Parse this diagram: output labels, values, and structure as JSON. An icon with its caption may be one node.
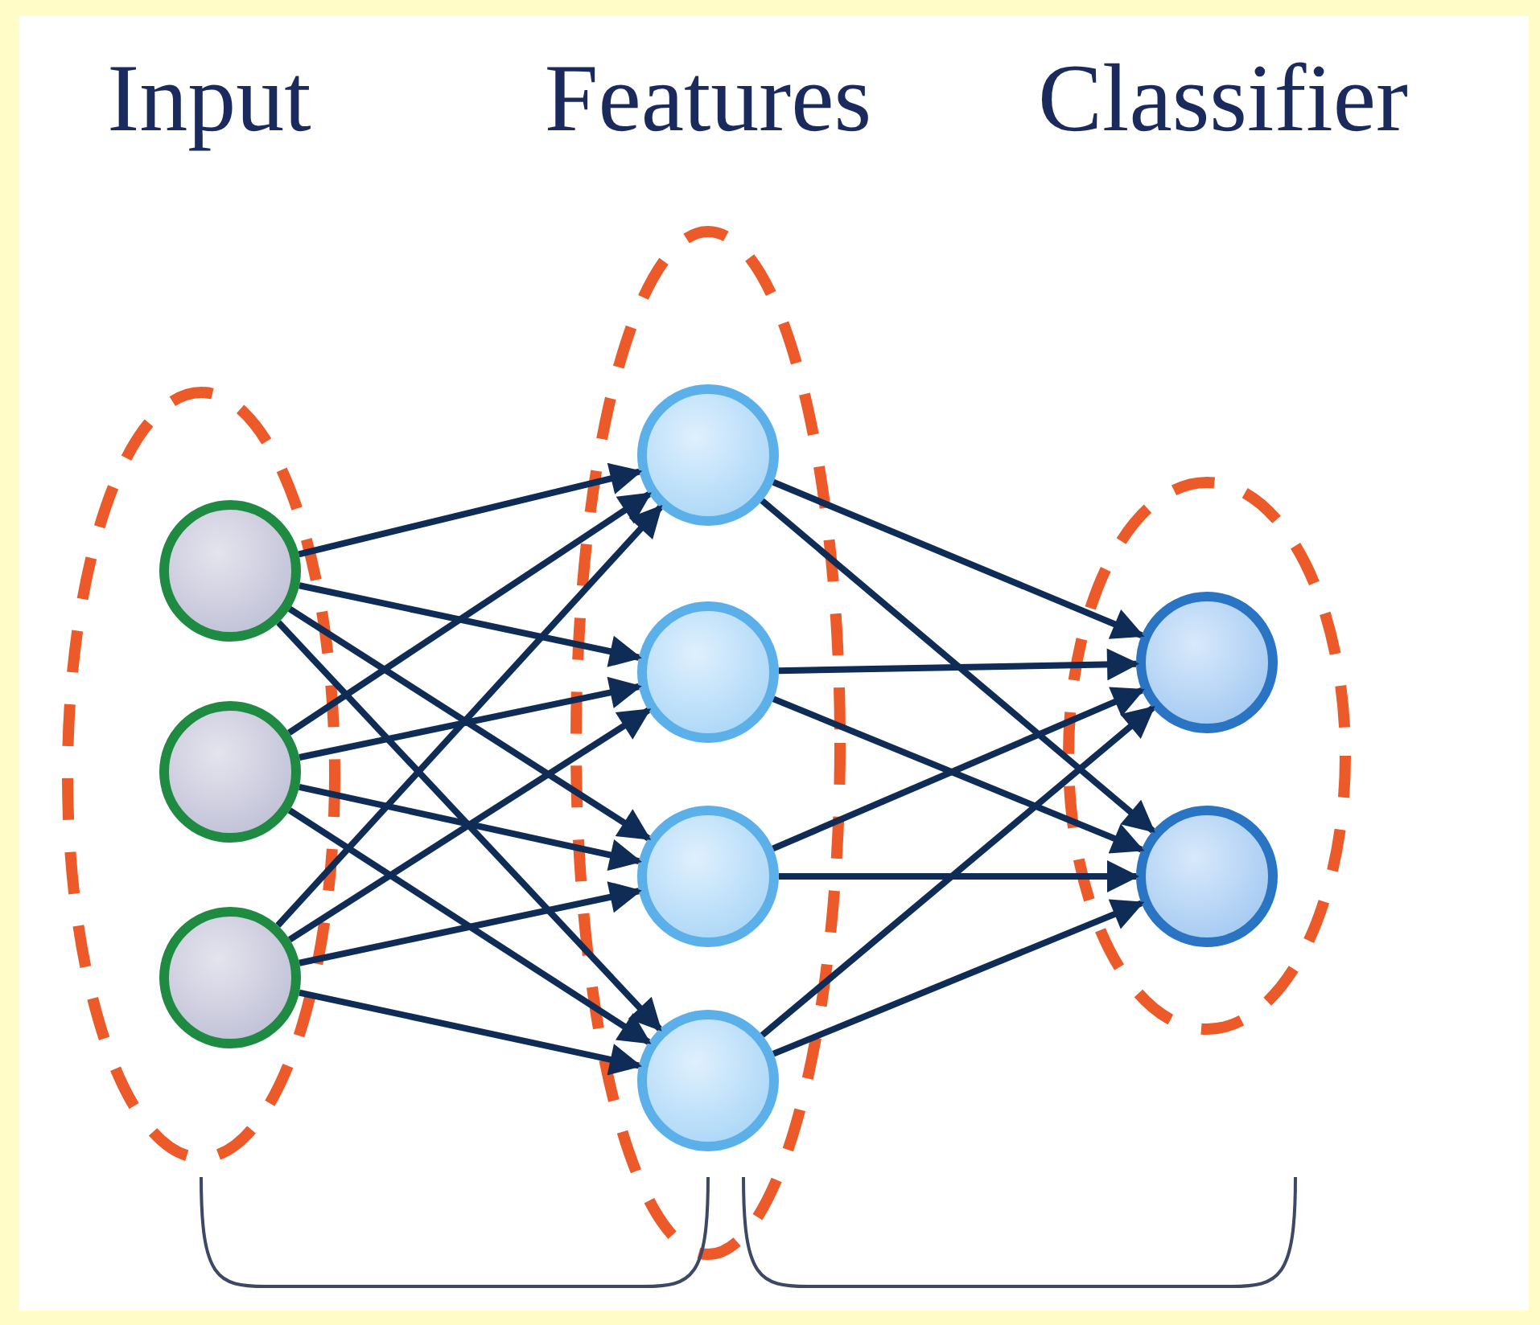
{
  "diagram": {
    "nodes": [
      {
        "text": [
          "Input"
        ]
      },
      {
        "text": [],
        "shape": "circle",
        "in": 0
      },
      {
        "text": [],
        "shape": "circle",
        "in": 0
      },
      {
        "text": [],
        "shape": "circle",
        "in": 0
      },
      {
        "text": [
          "Features"
        ]
      },
      {
        "text": [],
        "shape": "circle",
        "in": 4
      },
      {
        "text": [],
        "shape": "circle",
        "in": 4
      },
      {
        "text": [],
        "shape": "circle",
        "in": 4
      },
      {
        "text": [],
        "shape": "circle",
        "in": 4
      },
      {
        "text": [
          "Classifier"
        ]
      },
      {
        "text": [],
        "shape": "circle",
        "in": 9
      },
      {
        "text": [],
        "shape": "circle",
        "in": 9
      }
    ],
    "edges": [
      {
        "from": 1,
        "to": 5,
        "arrow": "to"
      },
      {
        "from": 1,
        "to": 6,
        "arrow": "to"
      },
      {
        "from": 1,
        "to": 7,
        "arrow": "to"
      },
      {
        "from": 1,
        "to": 8,
        "arrow": "to"
      },
      {
        "from": 2,
        "to": 5,
        "arrow": "to"
      },
      {
        "from": 2,
        "to": 6,
        "arrow": "to"
      },
      {
        "from": 2,
        "to": 7,
        "arrow": "to"
      },
      {
        "from": 2,
        "to": 8,
        "arrow": "to"
      },
      {
        "from": 3,
        "to": 5,
        "arrow": "to"
      },
      {
        "from": 3,
        "to": 6,
        "arrow": "to"
      },
      {
        "from": 3,
        "to": 7,
        "arrow": "to"
      },
      {
        "from": 3,
        "to": 8,
        "arrow": "to"
      },
      {
        "from": 5,
        "to": 10,
        "arrow": "to"
      },
      {
        "from": 5,
        "to": 11,
        "arrow": "to"
      },
      {
        "from": 6,
        "to": 10,
        "arrow": "to"
      },
      {
        "from": 6,
        "to": 11,
        "arrow": "to"
      },
      {
        "from": 7,
        "to": 10,
        "arrow": "to"
      },
      {
        "from": 7,
        "to": 11,
        "arrow": "to"
      },
      {
        "from": 8,
        "to": 10,
        "arrow": "to"
      },
      {
        "from": 8,
        "to": 11,
        "arrow": "to"
      }
    ]
  }
}
